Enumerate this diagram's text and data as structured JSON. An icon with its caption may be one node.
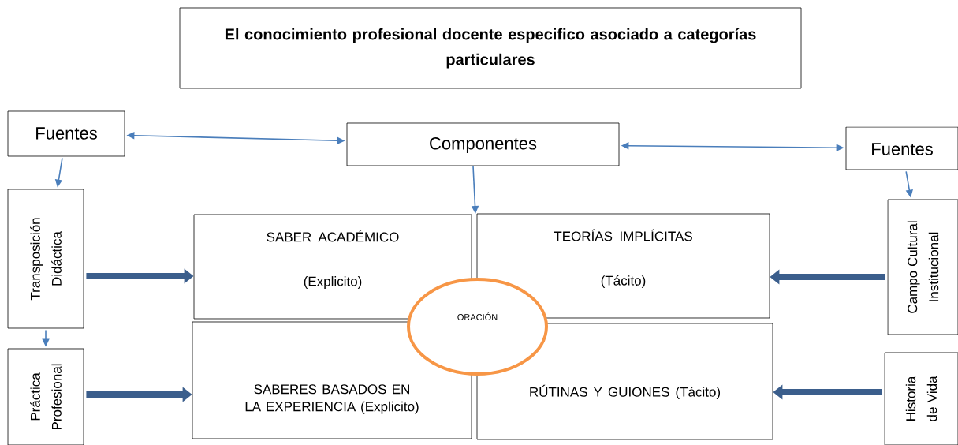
{
  "diagram": {
    "nodes": [
      {
        "text": [
          "El conocimiento profesional docente especifico asociado a categorías particulares"
        ]
      },
      {
        "text": [
          "Fuentes"
        ]
      },
      {
        "text": [
          "Componentes"
        ]
      },
      {
        "text": [
          "Fuentes"
        ]
      },
      {
        "text": [
          "Transposición Didáctica"
        ]
      },
      {
        "text": [
          "Práctica Profesional"
        ]
      },
      {
        "text": [
          "SABER ACADÉMICO",
          "(Explicito)"
        ]
      },
      {
        "text": [
          "TEORÍAS IMPLÍCITAS",
          "(Tácito)"
        ]
      },
      {
        "text": [
          "SABERES BASADOS EN LA EXPERIENCIA (Explicito)"
        ]
      },
      {
        "text": [
          "RÚTINAS Y GUIONES (Tácito)"
        ]
      },
      {
        "text": [
          "ORACIÓN"
        ]
      },
      {
        "text": [
          "Campo  Cultural Institucional"
        ]
      },
      {
        "text": [
          "Historia de Vida"
        ]
      }
    ],
    "edges": [
      {
        "from": 1,
        "to": 2,
        "arrow": "both"
      },
      {
        "from": 2,
        "to": 3,
        "arrow": "both"
      },
      {
        "from": 1,
        "to": 4,
        "arrow": "to"
      },
      {
        "from": 4,
        "to": 5,
        "arrow": "to"
      },
      {
        "from": 3,
        "to": 11,
        "arrow": "to"
      },
      {
        "from": 2,
        "to": 7,
        "arrow": "to"
      },
      {
        "from": 4,
        "to": 6,
        "arrow": "to",
        "style": "thick",
        "color": "#3b5e8c"
      },
      {
        "from": 5,
        "to": 8,
        "arrow": "to",
        "style": "thick",
        "color": "#3b5e8c"
      },
      {
        "from": 11,
        "to": 7,
        "arrow": "to",
        "style": "thick",
        "color": "#3b5e8c"
      },
      {
        "from": 12,
        "to": 9,
        "arrow": "to",
        "style": "thick",
        "color": "#3b5e8c"
      }
    ]
  }
}
